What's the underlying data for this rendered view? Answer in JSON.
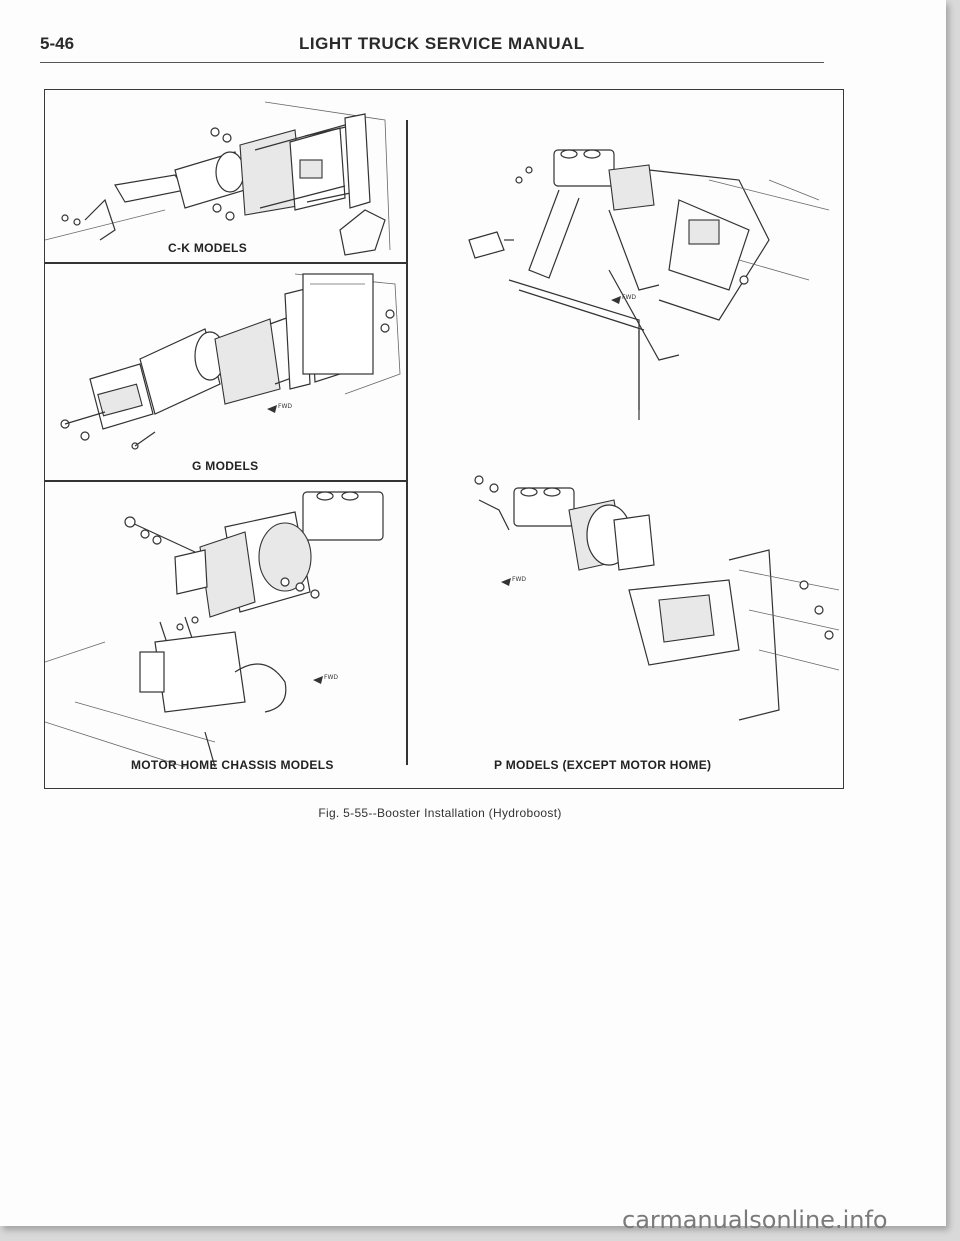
{
  "header": {
    "page_number": "5-46",
    "title": "LIGHT TRUCK SERVICE MANUAL"
  },
  "figure": {
    "panels": [
      {
        "label": "C-K MODELS"
      },
      {
        "label": "G MODELS"
      },
      {
        "label": "MOTOR HOME CHASSIS MODELS"
      },
      {
        "label": "P MODELS (EXCEPT MOTOR HOME)"
      }
    ],
    "fwd_marker": "FWD",
    "caption": "Fig. 5-55--Booster Installation (Hydroboost)"
  },
  "watermark": "carmanualsonline.info"
}
